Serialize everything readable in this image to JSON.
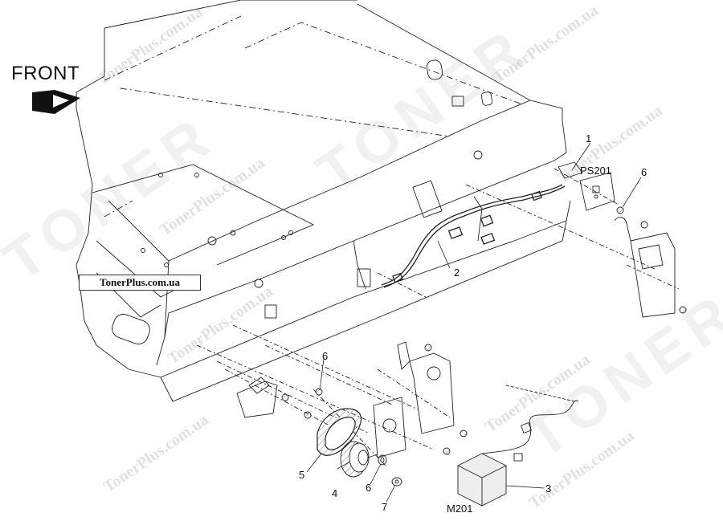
{
  "orientation": {
    "label": "FRONT",
    "arrow": "front-arrow-icon"
  },
  "badge": {
    "text": "TonerPlus.com.ua"
  },
  "watermark": {
    "site": "TonerPlus.com.ua",
    "brand": "TONER"
  },
  "callouts": {
    "c1": "1",
    "c2": "2",
    "c3": "3",
    "c4": "4",
    "c5": "5",
    "c6a": "6",
    "c6b": "6",
    "c6c": "6",
    "c7": "7",
    "ps201": "PS201",
    "m201": "M201"
  }
}
